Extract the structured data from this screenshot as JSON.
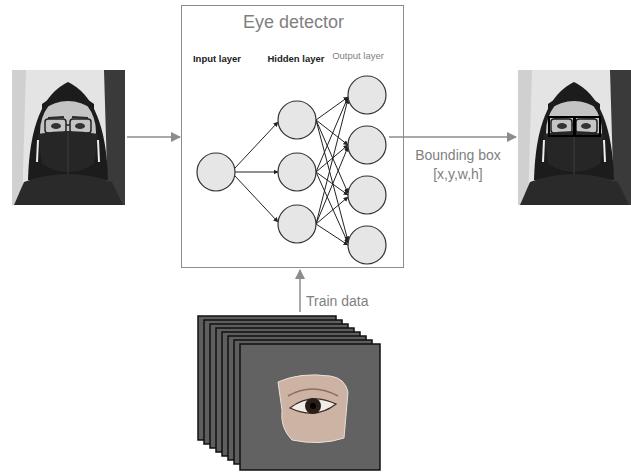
{
  "diagram": {
    "nodes": [
      {
        "text": [
          "Eye detector",
          "Input layer",
          "Hidden layer",
          "Output layer"
        ]
      }
    ],
    "labels": [
      "Bounding box [x,y,w,h]",
      "Train data"
    ]
  }
}
